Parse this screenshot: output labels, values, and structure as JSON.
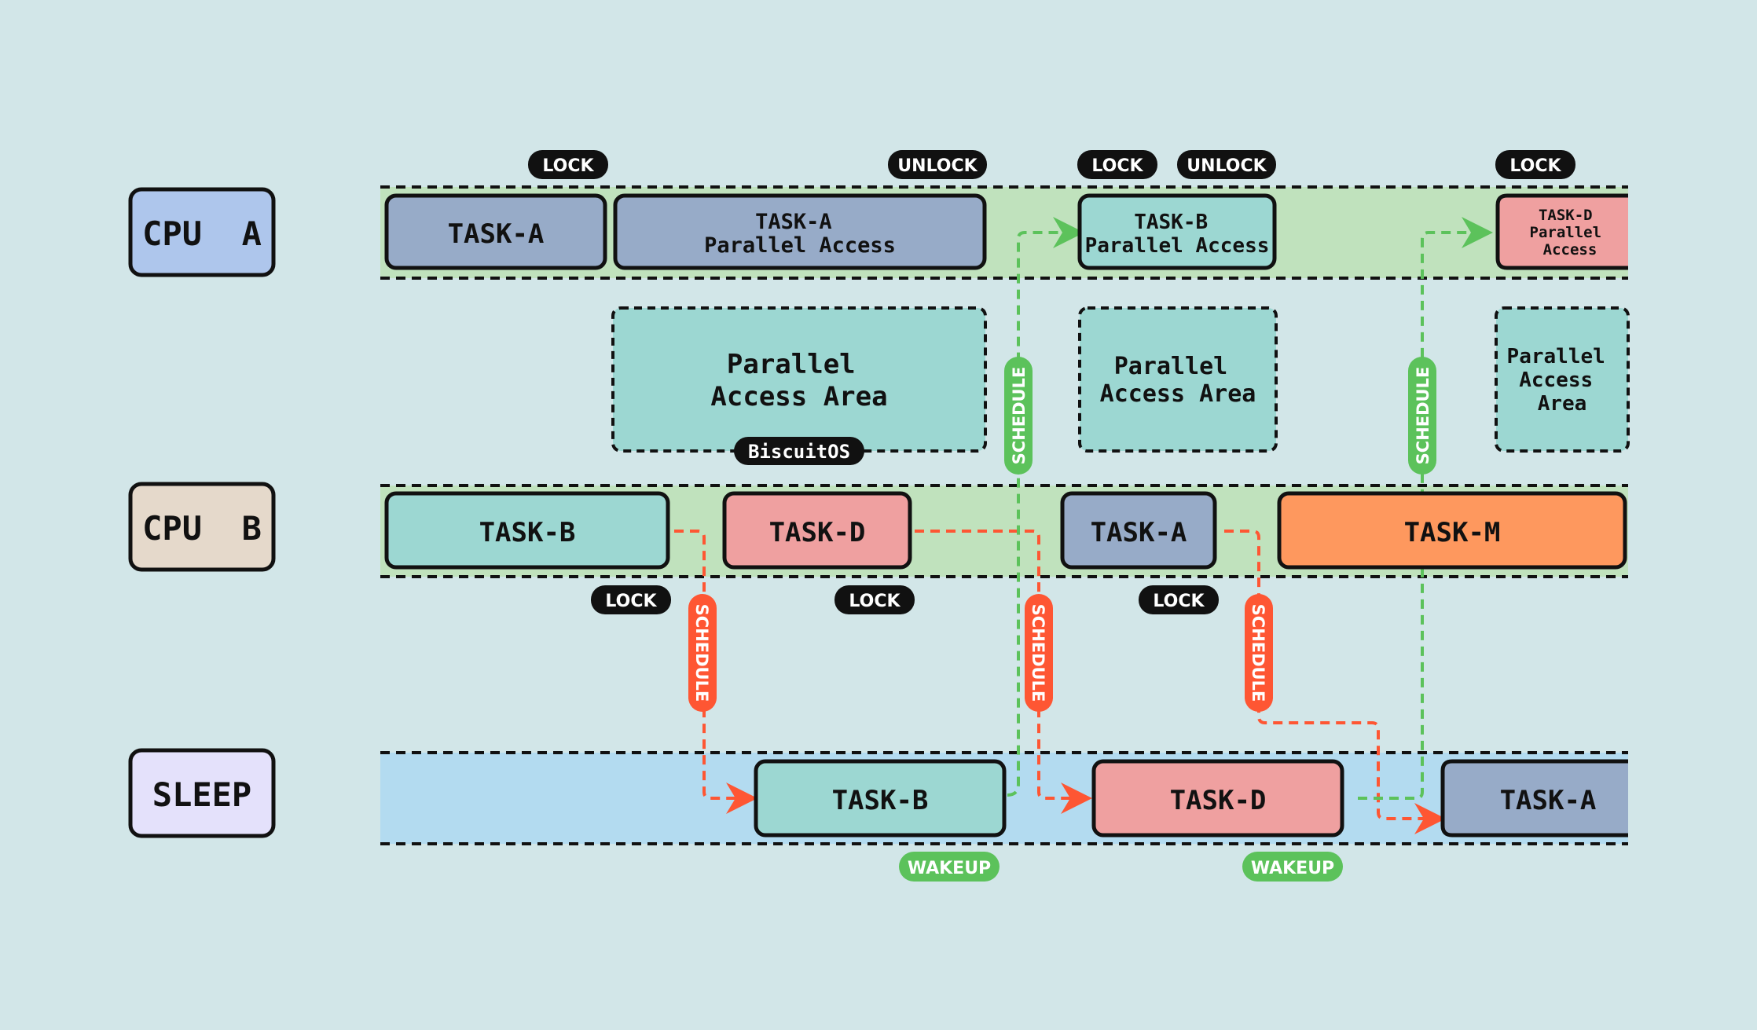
{
  "colors": {
    "background": "#d2e6e8",
    "cpu_lane": "#c0e2bd",
    "sleep_lane": "#b3dbf0",
    "task_a": "#97abc8",
    "task_b": "#9cd7d2",
    "task_d": "#efa0a0",
    "task_m": "#fe985e",
    "cpu_a_label": "#aec6ec",
    "cpu_b_label": "#e5d9cb",
    "sleep_label": "#e4e1fb",
    "schedule_red": "#fe5633",
    "schedule_green": "#5cc25b",
    "tag_dark": "#111111"
  },
  "rows": {
    "cpu_a": "CPU  A",
    "cpu_b": "CPU  B",
    "sleep": "SLEEP"
  },
  "cpu_a": {
    "task_a": "TASK-A",
    "task_a_parallel": [
      "TASK-A",
      "Parallel Access"
    ],
    "task_b_parallel": [
      "TASK-B",
      "Parallel Access"
    ],
    "task_d_parallel": [
      "TASK-D",
      "Parallel",
      "Access"
    ]
  },
  "areas": {
    "area1": [
      "Parallel",
      "Access Area"
    ],
    "area2": [
      "Parallel",
      "Access Area"
    ],
    "area3": [
      "Parallel",
      "Access",
      "Area"
    ],
    "watermark": "BiscuitOS"
  },
  "cpu_b": {
    "task_b": "TASK-B",
    "task_d": "TASK-D",
    "task_a": "TASK-A",
    "task_m": "TASK-M"
  },
  "sleep": {
    "task_b": "TASK-B",
    "task_d": "TASK-D",
    "task_a": "TASK-A"
  },
  "tags": {
    "top": [
      "LOCK",
      "UNLOCK",
      "LOCK",
      "UNLOCK",
      "LOCK"
    ],
    "mid": [
      "LOCK",
      "LOCK",
      "LOCK"
    ],
    "wakeup": [
      "WAKEUP",
      "WAKEUP"
    ],
    "schedule": "SCHEDULE"
  }
}
